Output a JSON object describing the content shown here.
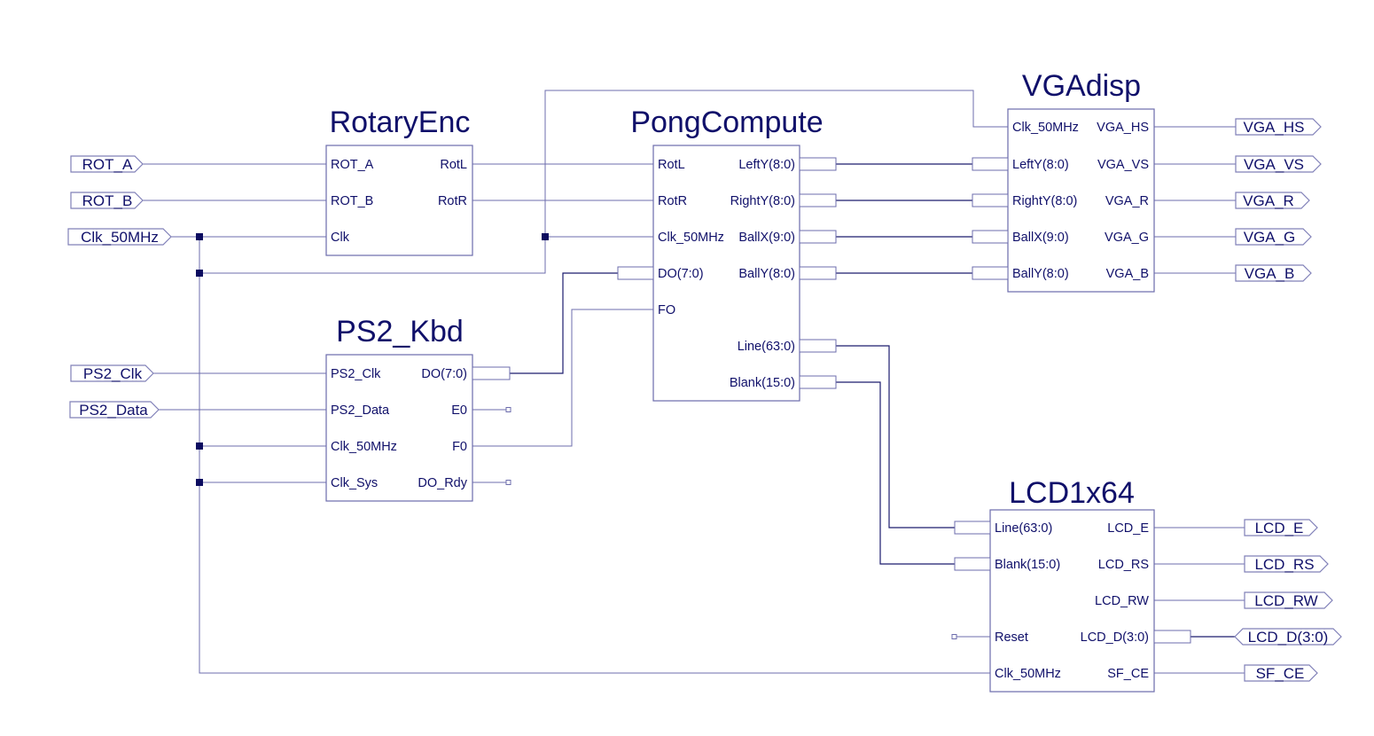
{
  "colors": {
    "text": "#10106a",
    "wire": "#6c6cac",
    "bus": "#1c1c6e",
    "junction": "#0c0c60"
  },
  "blocks": {
    "rotaryenc": {
      "title": "RotaryEnc",
      "in": [
        "ROT_A",
        "ROT_B",
        "Clk"
      ],
      "out": [
        "RotL",
        "RotR"
      ]
    },
    "pongcompute": {
      "title": "PongCompute",
      "in": [
        "RotL",
        "RotR",
        "Clk_50MHz",
        "DO(7:0)",
        "FO"
      ],
      "out": [
        "LeftY(8:0)",
        "RightY(8:0)",
        "BallX(9:0)",
        "BallY(8:0)",
        "Line(63:0)",
        "Blank(15:0)"
      ]
    },
    "vgadisp": {
      "title": "VGAdisp",
      "in": [
        "Clk_50MHz",
        "LeftY(8:0)",
        "RightY(8:0)",
        "BallX(9:0)",
        "BallY(8:0)"
      ],
      "out": [
        "VGA_HS",
        "VGA_VS",
        "VGA_R",
        "VGA_G",
        "VGA_B"
      ]
    },
    "ps2kbd": {
      "title": "PS2_Kbd",
      "in": [
        "PS2_Clk",
        "PS2_Data",
        "Clk_50MHz",
        "Clk_Sys"
      ],
      "out": [
        "DO(7:0)",
        "E0",
        "F0",
        "DO_Rdy"
      ]
    },
    "lcd1x64": {
      "title": "LCD1x64",
      "in": [
        "Line(63:0)",
        "Blank(15:0)",
        "Reset",
        "Clk_50MHz"
      ],
      "out": [
        "LCD_E",
        "LCD_RS",
        "LCD_RW",
        "LCD_D(3:0)",
        "SF_CE"
      ]
    }
  },
  "ports": {
    "inputs": [
      "ROT_A",
      "ROT_B",
      "Clk_50MHz",
      "PS2_Clk",
      "PS2_Data"
    ],
    "outputs": [
      "VGA_HS",
      "VGA_VS",
      "VGA_R",
      "VGA_G",
      "VGA_B",
      "LCD_E",
      "LCD_RS",
      "LCD_RW",
      "LCD_D(3:0)",
      "SF_CE"
    ]
  }
}
